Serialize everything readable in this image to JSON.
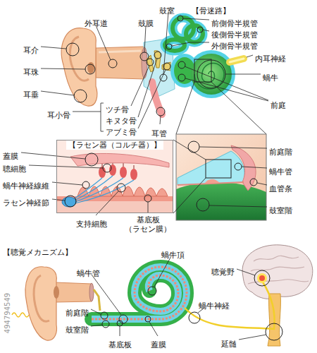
{
  "diagram": {
    "nodes": [
      {
        "text": [
          "【ラセン器（コルチ器）】"
        ]
      }
    ],
    "labels": [
      "外耳道",
      "鼓膜",
      "鼓室",
      "【骨迷路】",
      "前側骨半規管",
      "後側骨半規管",
      "外側骨半規管",
      "内耳神経",
      "蝸牛",
      "前庭",
      "耳介",
      "耳珠",
      "耳垂",
      "耳小骨",
      "ツチ骨",
      "キヌタ骨",
      "アブミ骨",
      "耳管",
      "蓋膜",
      "聴細胞",
      "蝸牛神経線維",
      "ラセン神経節",
      "支持細胞",
      "基底板 （ラセン膜）",
      "前庭階",
      "蝸牛管",
      "血管条",
      "鼓室階",
      "【聴覚メカニズム】",
      "蝸牛頂",
      "蝸牛管",
      "聴覚野",
      "蝸牛神経",
      "前庭階",
      "鼓室階",
      "基底板",
      "蓋膜",
      "延髄",
      "494794549"
    ]
  }
}
